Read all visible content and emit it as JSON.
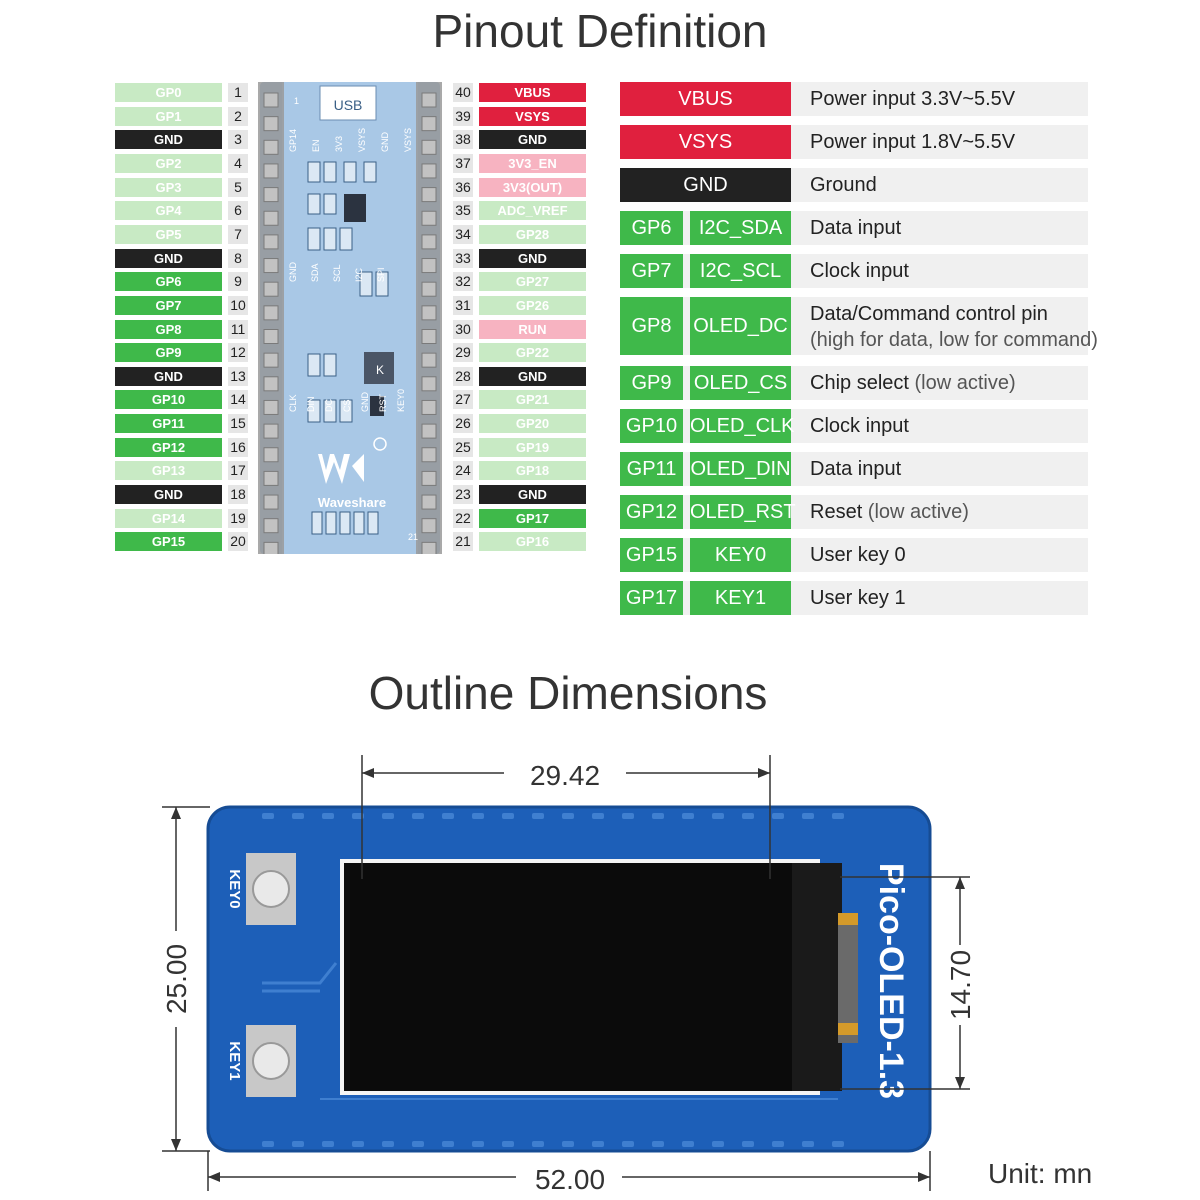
{
  "pinout": {
    "title": "Pinout Definition",
    "left_pins": [
      {
        "label": "GP0",
        "num": "1",
        "color": "gpio-light"
      },
      {
        "label": "GP1",
        "num": "2",
        "color": "gpio-light"
      },
      {
        "label": "GND",
        "num": "3",
        "color": "gnd"
      },
      {
        "label": "GP2",
        "num": "4",
        "color": "gpio-light"
      },
      {
        "label": "GP3",
        "num": "5",
        "color": "gpio-light"
      },
      {
        "label": "GP4",
        "num": "6",
        "color": "gpio-light"
      },
      {
        "label": "GP5",
        "num": "7",
        "color": "gpio-light"
      },
      {
        "label": "GND",
        "num": "8",
        "color": "gnd"
      },
      {
        "label": "GP6",
        "num": "9",
        "color": "gpio"
      },
      {
        "label": "GP7",
        "num": "10",
        "color": "gpio"
      },
      {
        "label": "GP8",
        "num": "11",
        "color": "gpio"
      },
      {
        "label": "GP9",
        "num": "12",
        "color": "gpio"
      },
      {
        "label": "GND",
        "num": "13",
        "color": "gnd"
      },
      {
        "label": "GP10",
        "num": "14",
        "color": "gpio"
      },
      {
        "label": "GP11",
        "num": "15",
        "color": "gpio"
      },
      {
        "label": "GP12",
        "num": "16",
        "color": "gpio"
      },
      {
        "label": "GP13",
        "num": "17",
        "color": "gpio-light"
      },
      {
        "label": "GND",
        "num": "18",
        "color": "gnd"
      },
      {
        "label": "GP14",
        "num": "19",
        "color": "gpio-light"
      },
      {
        "label": "GP15",
        "num": "20",
        "color": "gpio"
      }
    ],
    "right_pins": [
      {
        "label": "VBUS",
        "num": "40",
        "color": "power"
      },
      {
        "label": "VSYS",
        "num": "39",
        "color": "power"
      },
      {
        "label": "GND",
        "num": "38",
        "color": "gnd"
      },
      {
        "label": "3V3_EN",
        "num": "37",
        "color": "pink"
      },
      {
        "label": "3V3(OUT)",
        "num": "36",
        "color": "pink"
      },
      {
        "label": "ADC_VREF",
        "num": "35",
        "color": "gpio-light"
      },
      {
        "label": "GP28",
        "num": "34",
        "color": "gpio-light"
      },
      {
        "label": "GND",
        "num": "33",
        "color": "gnd"
      },
      {
        "label": "GP27",
        "num": "32",
        "color": "gpio-light"
      },
      {
        "label": "GP26",
        "num": "31",
        "color": "gpio-light"
      },
      {
        "label": "RUN",
        "num": "30",
        "color": "pink"
      },
      {
        "label": "GP22",
        "num": "29",
        "color": "gpio-light"
      },
      {
        "label": "GND",
        "num": "28",
        "color": "gnd"
      },
      {
        "label": "GP21",
        "num": "27",
        "color": "gpio-light"
      },
      {
        "label": "GP20",
        "num": "26",
        "color": "gpio-light"
      },
      {
        "label": "GP19",
        "num": "25",
        "color": "gpio-light"
      },
      {
        "label": "GP18",
        "num": "24",
        "color": "gpio-light"
      },
      {
        "label": "GND",
        "num": "23",
        "color": "gnd"
      },
      {
        "label": "GP17",
        "num": "22",
        "color": "gpio"
      },
      {
        "label": "GP16",
        "num": "21",
        "color": "gpio-light"
      }
    ],
    "board": {
      "usb_label": "USB",
      "brand": "Waveshare",
      "pin1_mark": "1",
      "pin21_mark": "21",
      "silk_top": [
        "GP14",
        "EN",
        "3V3",
        "VSYS",
        "GND",
        "VSYS"
      ],
      "silk_mid": [
        "GND",
        "SDA",
        "SCL",
        "I2C",
        "SPI"
      ],
      "silk_low": [
        "CLK",
        "DIN",
        "DC",
        "CS",
        "GND",
        "RST",
        "KEY0"
      ],
      "key_mark": "K"
    },
    "legend": [
      {
        "boxes": [
          "VBUS"
        ],
        "color": "power",
        "desc": "Power input 3.3V~5.5V",
        "note": ""
      },
      {
        "boxes": [
          "VSYS"
        ],
        "color": "power",
        "desc": "Power input 1.8V~5.5V",
        "note": ""
      },
      {
        "boxes": [
          "GND"
        ],
        "color": "gnd",
        "desc": "Ground",
        "note": ""
      },
      {
        "boxes": [
          "GP6",
          "I2C_SDA"
        ],
        "color": "gpio",
        "desc": "Data input",
        "note": ""
      },
      {
        "boxes": [
          "GP7",
          "I2C_SCL"
        ],
        "color": "gpio",
        "desc": "Clock input",
        "note": ""
      },
      {
        "boxes": [
          "GP8",
          "OLED_DC"
        ],
        "color": "gpio",
        "desc": "Data/Command control pin",
        "note": "(high for data, low for command)"
      },
      {
        "boxes": [
          "GP9",
          "OLED_CS"
        ],
        "color": "gpio",
        "desc": "Chip select",
        "note": "(low active)"
      },
      {
        "boxes": [
          "GP10",
          "OLED_CLK"
        ],
        "color": "gpio",
        "desc": "Clock input",
        "note": ""
      },
      {
        "boxes": [
          "GP11",
          "OLED_DIN"
        ],
        "color": "gpio",
        "desc": "Data input",
        "note": ""
      },
      {
        "boxes": [
          "GP12",
          "OLED_RST"
        ],
        "color": "gpio",
        "desc": "Reset",
        "note": "(low active)"
      },
      {
        "boxes": [
          "GP15",
          "KEY0"
        ],
        "color": "gpio",
        "desc": "User key 0",
        "note": ""
      },
      {
        "boxes": [
          "GP17",
          "KEY1"
        ],
        "color": "gpio",
        "desc": "User key 1",
        "note": ""
      }
    ]
  },
  "outline": {
    "title": "Outline Dimensions",
    "dim_screen_width": "29.42",
    "dim_board_height": "25.00",
    "dim_screen_height": "14.70",
    "dim_board_width": "52.00",
    "unit": "Unit: mn",
    "board_name": "Pico-OLED-1.3",
    "key0": "KEY0",
    "key1": "KEY1"
  },
  "colors": {
    "power": "#e0203e",
    "gnd": "#222222",
    "gpio": "#3fb94a",
    "gpio-light": "#c8eac4",
    "pink": "#f7b3c1",
    "board_blue": "#1d5fb8",
    "pico_blue": "#7ba9d6"
  }
}
